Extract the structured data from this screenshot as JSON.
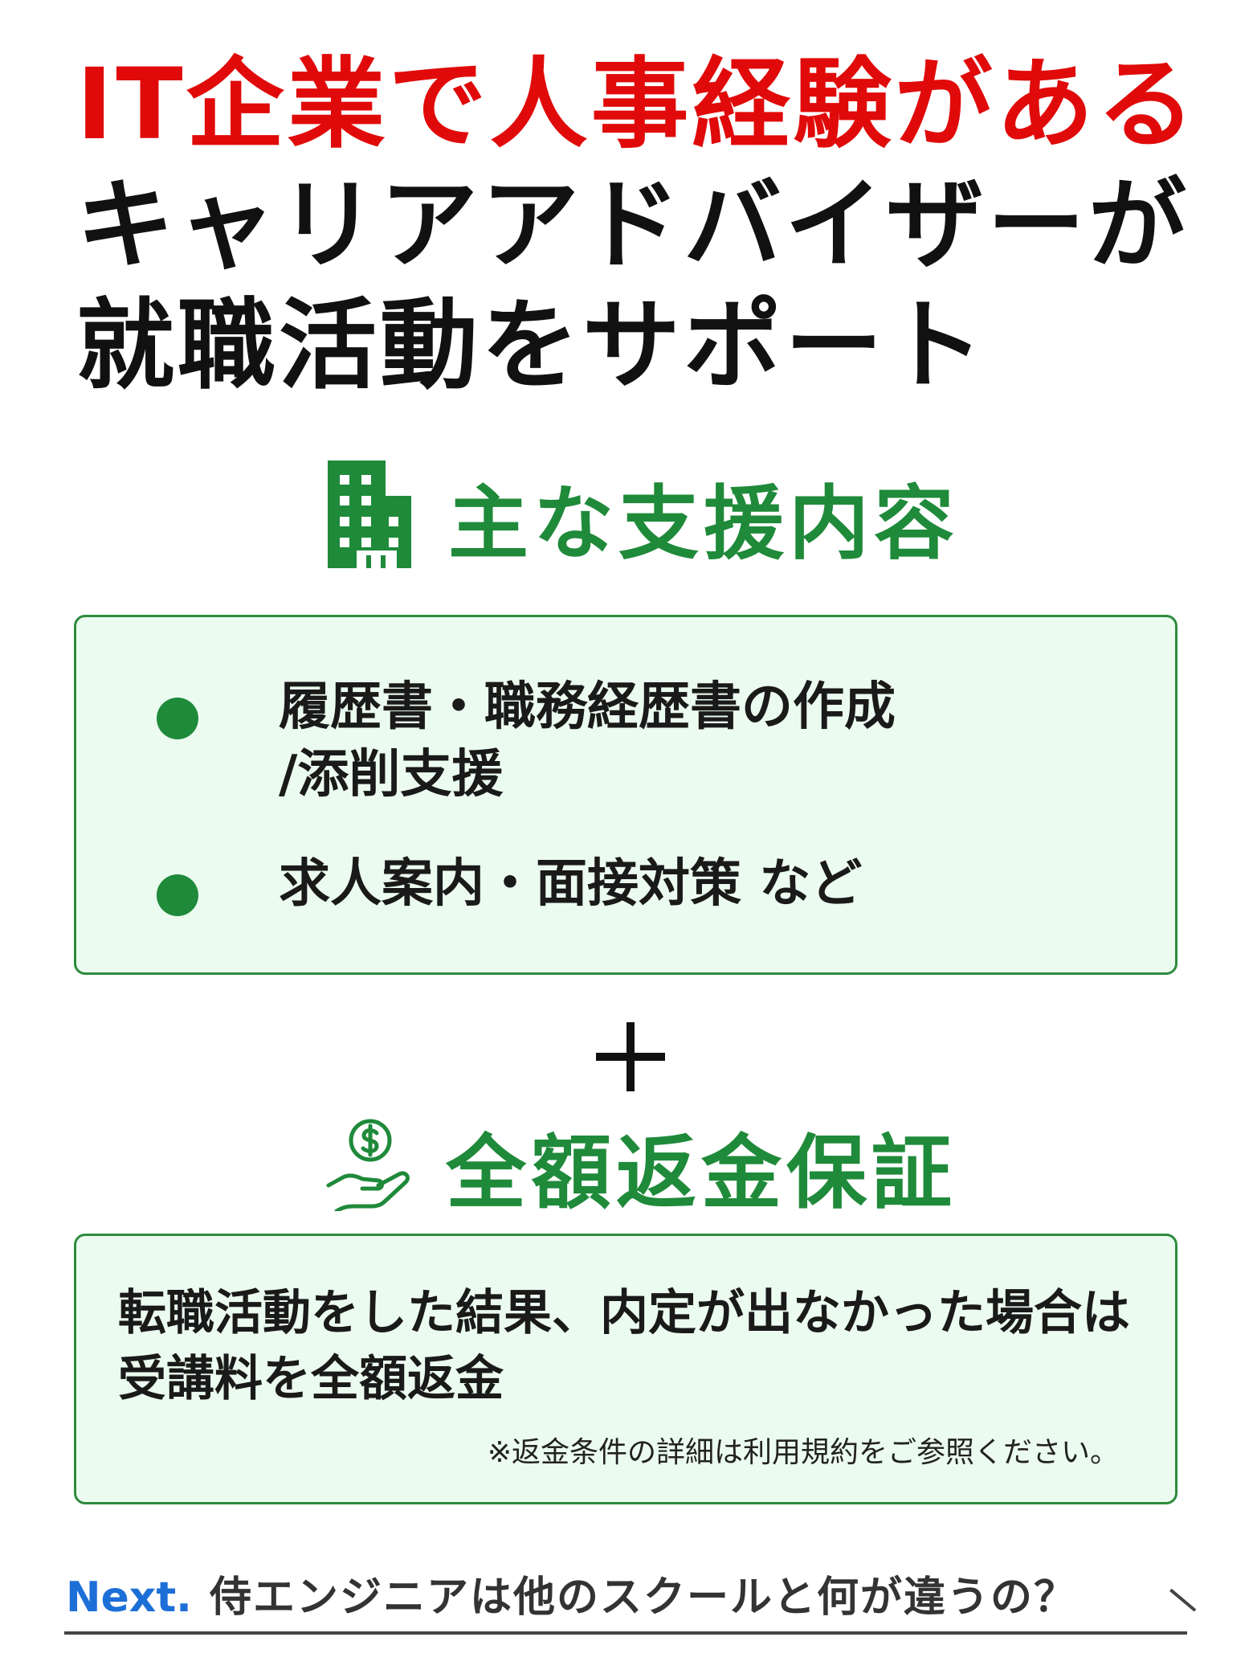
{
  "headline": {
    "line1": "IT企業で人事経験がある",
    "line2": "キャリアアドバイザーが",
    "line3": "就職活動をサポート"
  },
  "support": {
    "title": "主な支援内容",
    "icon": "building-icon",
    "items": [
      {
        "line1": "履歴書・職務経歴書の作成",
        "line2": "/添削支援"
      },
      {
        "line1": "求人案内・面接対策 など",
        "line2": ""
      }
    ]
  },
  "plus_symbol": "+",
  "guarantee": {
    "title": "全額返金保証",
    "icon": "money-hand-icon",
    "text_line1": "転職活動をした結果、内定が出なかった場合は",
    "text_line2": "受講料を全額返金",
    "note": "※返金条件の詳細は利用規約をご参照ください。"
  },
  "next": {
    "label": "Next.",
    "text": "侍エンジニアは他のスクールと何が違うの？"
  },
  "colors": {
    "headline_red": "#e00a0a",
    "accent_green": "#1f8a3a",
    "box_bg": "#ecfbef",
    "next_blue": "#1d6fd8"
  }
}
